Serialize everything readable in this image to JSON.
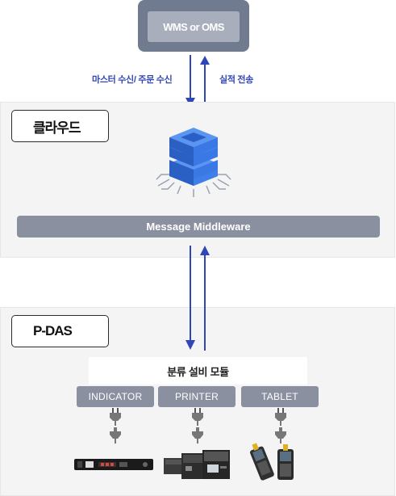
{
  "wms": {
    "label": "WMS or OMS"
  },
  "arrows_top": {
    "left_label": "마스터 수신/ 주문 수신",
    "right_label": "실적 전송"
  },
  "cloud": {
    "tag": "클라우드",
    "middleware": "Message Middleware"
  },
  "pdas": {
    "tag": "P-DAS",
    "module_title": "분류 설비 모듈",
    "devices": [
      "INDICATOR",
      "PRINTER",
      "TABLET"
    ]
  },
  "colors": {
    "arrow_blue": "#2f46b8",
    "box_gray": "#717b90",
    "bar_gray": "#8b90a1",
    "server_blue": "#3a78e6"
  },
  "icons": [
    "server-stack-icon",
    "plug-icon",
    "indicator-device-icon",
    "printer-device-icon",
    "tablet-device-icon"
  ]
}
